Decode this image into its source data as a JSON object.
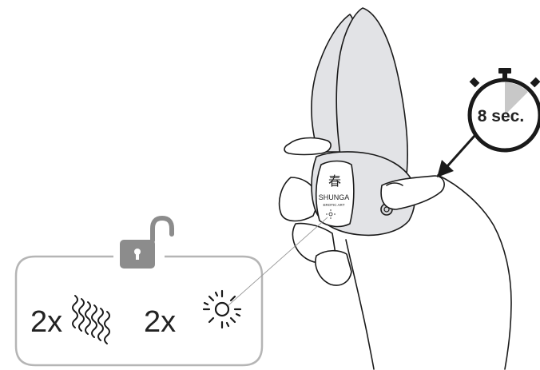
{
  "timer": {
    "label": "8 sec.",
    "elapsed_fraction": 0.125
  },
  "brand": {
    "name": "SHUNGA",
    "tagline": "EROTIC ART"
  },
  "instructions": {
    "vibration_count": "2x",
    "light_count": "2x"
  },
  "icons": {
    "lock": "unlocked-padlock-icon",
    "vibration": "vibration-waves-icon",
    "light": "light-flash-icon",
    "timer": "stopwatch-icon"
  },
  "colors": {
    "device": "#e2e3e6",
    "outline": "#1a1a1a",
    "panel_border": "#b5b5b5",
    "lock": "#8c8c8c",
    "timer_wedge": "#c8c8c8"
  }
}
